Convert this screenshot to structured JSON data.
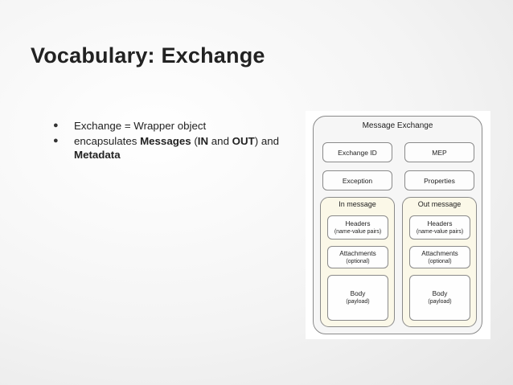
{
  "slide": {
    "title": "Vocabulary: Exchange",
    "bullets": [
      {
        "plain": "Exchange = Wrapper object"
      },
      {
        "p1": "encapsulates ",
        "b1": "Messages",
        "p2": " (",
        "b2": "IN",
        "p3": " and ",
        "b3": "OUT",
        "p4": ") and ",
        "b4": "Metadata"
      }
    ],
    "bullet_glyph": "●"
  },
  "diagram": {
    "title": "Message Exchange",
    "exchange_id": "Exchange ID",
    "mep": "MEP",
    "exception": "Exception",
    "properties": "Properties",
    "in_message": {
      "label": "In message",
      "headers": "Headers",
      "headers_sub": "(name-value pairs)",
      "attachments": "Attachments",
      "attachments_sub": "(optional)",
      "body": "Body",
      "body_sub": "(payload)"
    },
    "out_message": {
      "label": "Out message",
      "headers": "Headers",
      "headers_sub": "(name-value pairs)",
      "attachments": "Attachments",
      "attachments_sub": "(optional)",
      "body": "Body",
      "body_sub": "(payload)"
    },
    "colors": {
      "border": "#8a8a8a",
      "message_fill": "#fbf8e8",
      "outer_fill": "#f6f6f6"
    }
  }
}
